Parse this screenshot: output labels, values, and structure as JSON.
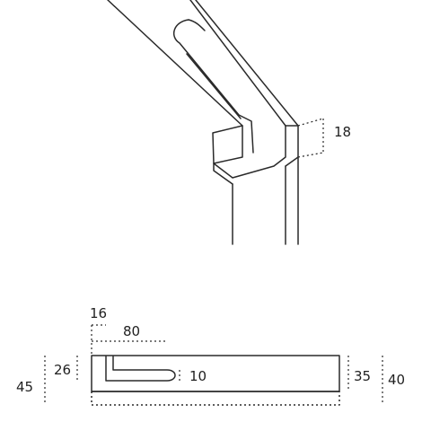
{
  "dimensions": {
    "shelf_thickness": "18",
    "slot_start": "16",
    "slot_length": "80",
    "slot_depth": "26",
    "slot_height": "10",
    "rail_height": "35",
    "rail_total_height": "40",
    "overall_height": "45"
  },
  "colors": {
    "line": "#2a2a2a",
    "text": "#1f1f1f",
    "background": "#ffffff"
  }
}
